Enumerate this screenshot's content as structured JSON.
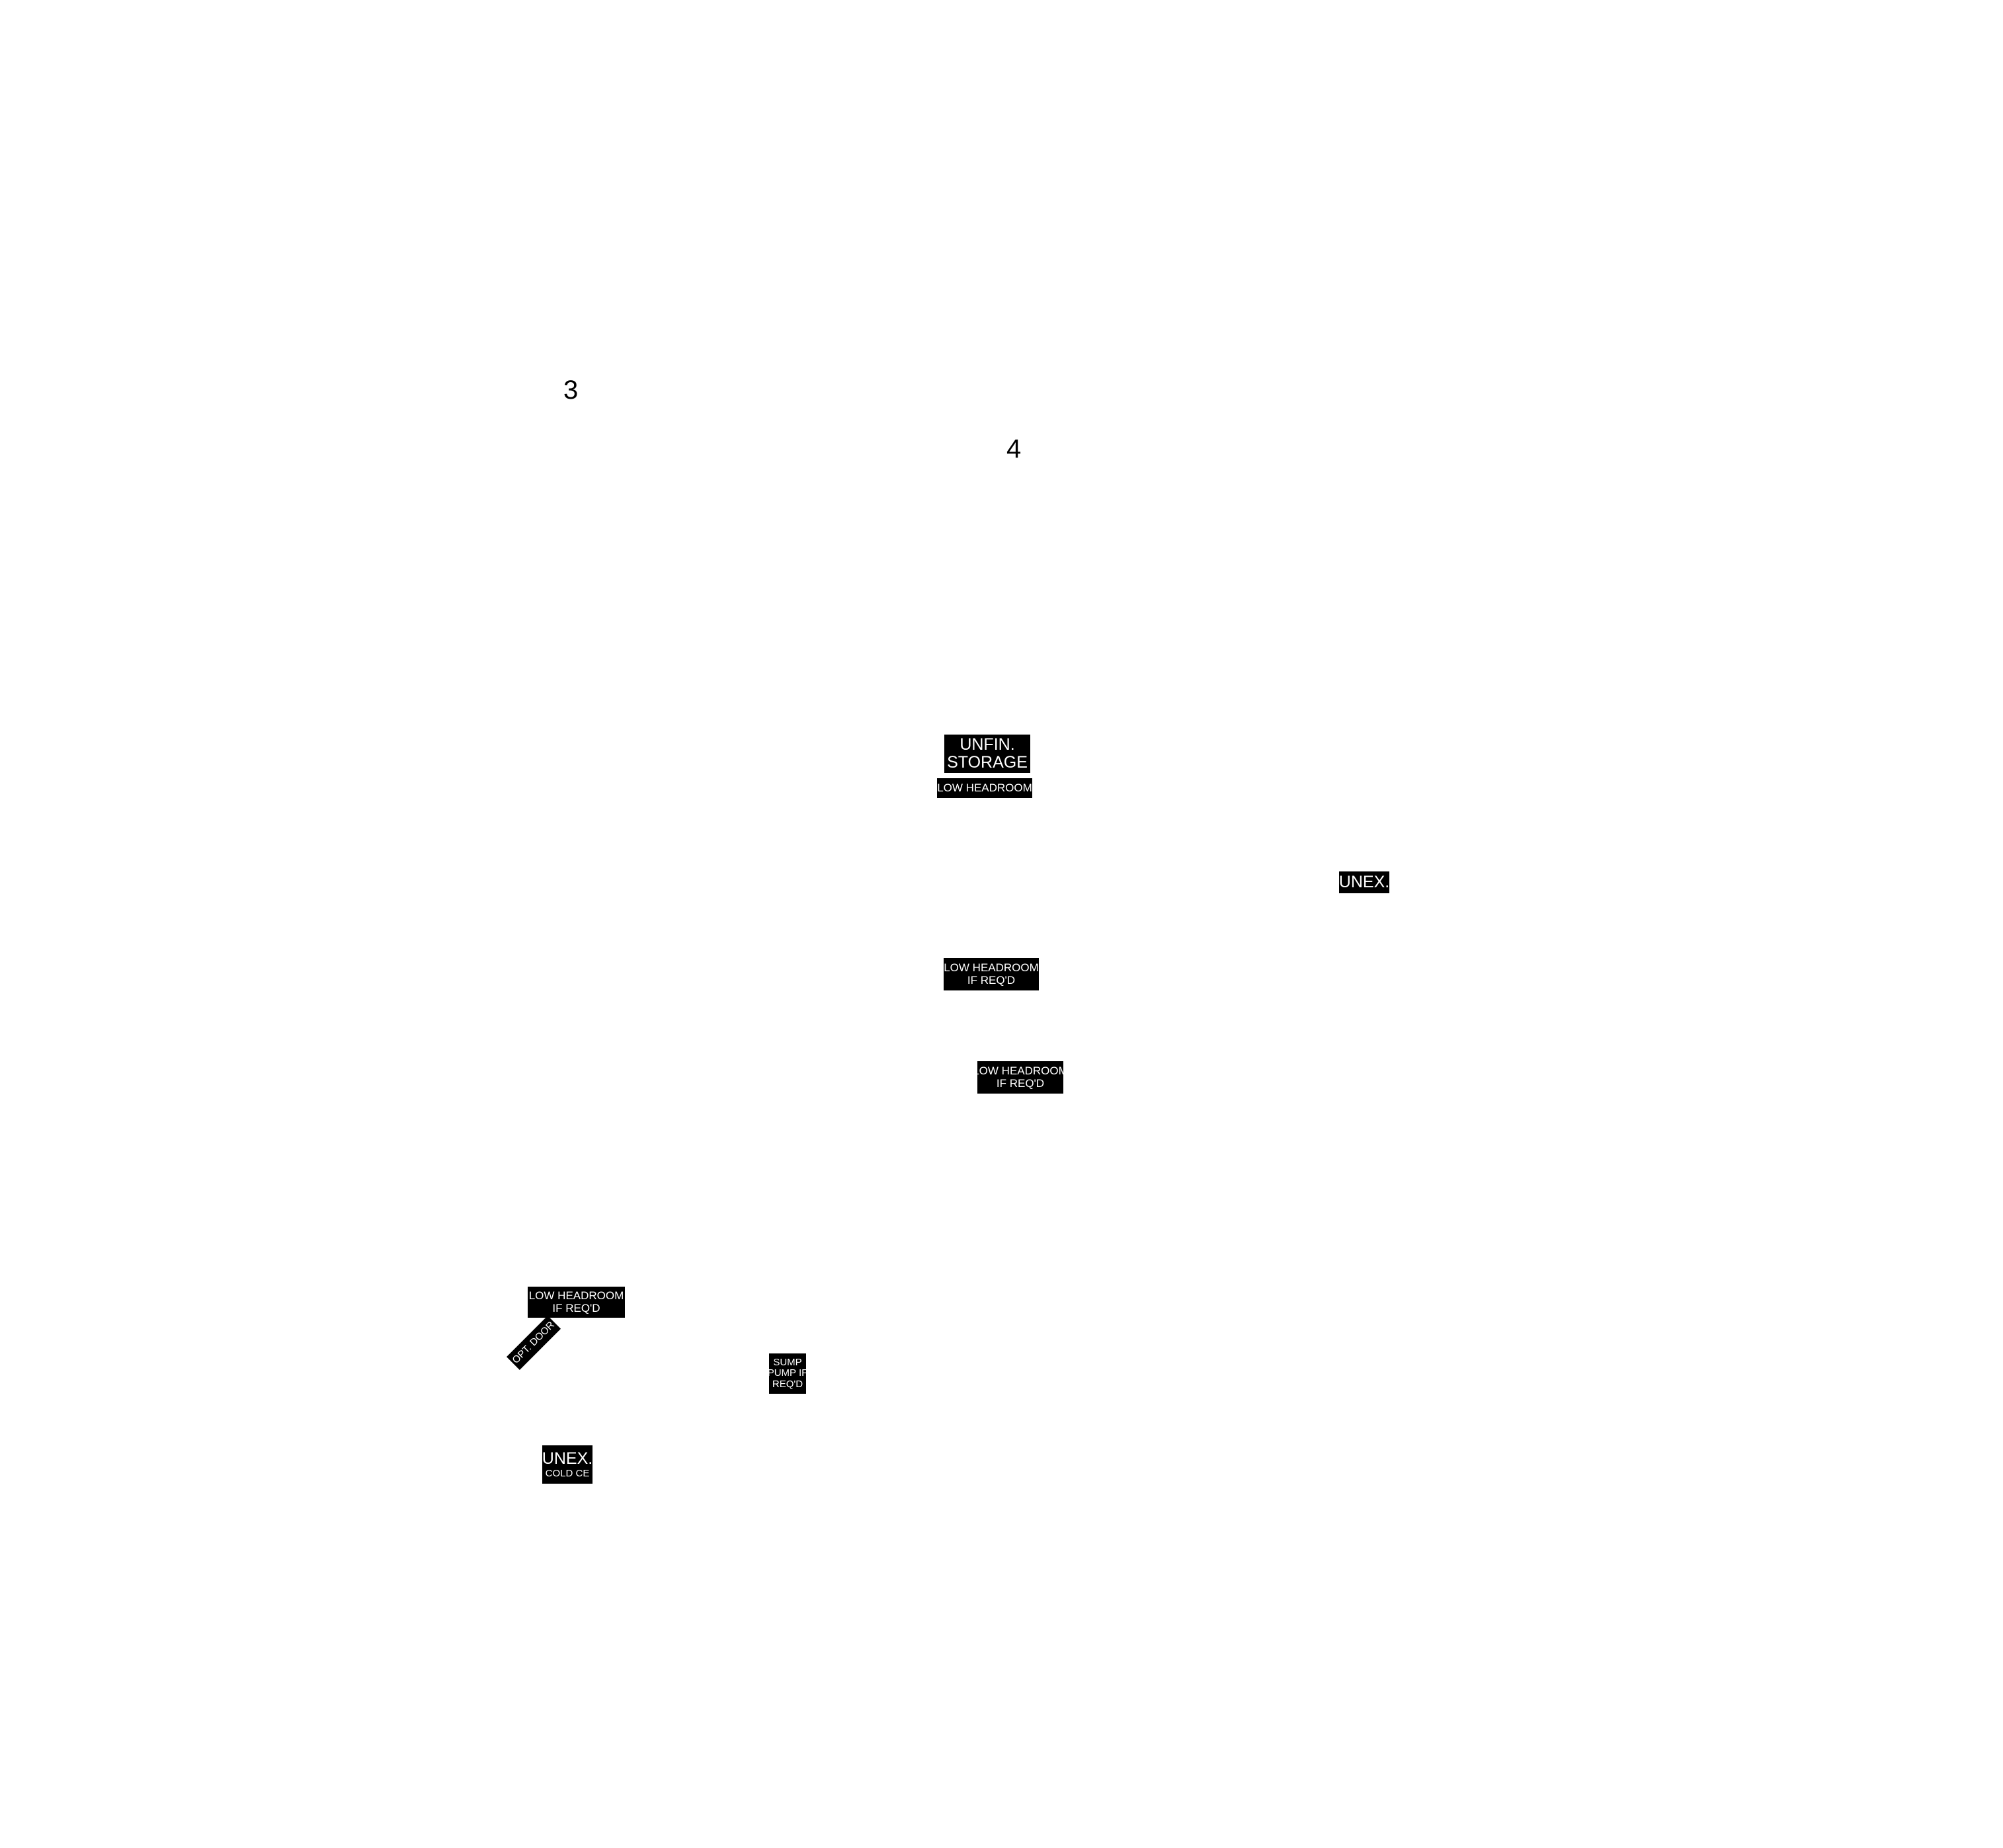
{
  "numbers": {
    "n3": "3",
    "n4": "4"
  },
  "labels": {
    "unfin_line1": "UNFIN.",
    "unfin_line2": "STORAGE",
    "low_headroom": "LOW HEADROOM",
    "low_headroom_a_line1": "LOW HEADROOM",
    "low_headroom_a_line2": "IF REQ'D",
    "low_headroom_b_line1": "LOW HEADROOM",
    "low_headroom_b_line2": "IF REQ'D",
    "low_headroom_c_line1": "LOW HEADROOM",
    "low_headroom_c_line2": "IF REQ'D",
    "unex_right": "UNEX.",
    "opt_door": "OPT. DOOR",
    "sump_line1": "SUMP",
    "sump_line2": "PUMP IF",
    "sump_line3": "REQ'D",
    "unex_left_line1": "UNEX.",
    "unex_left_line2": "COLD CE"
  }
}
